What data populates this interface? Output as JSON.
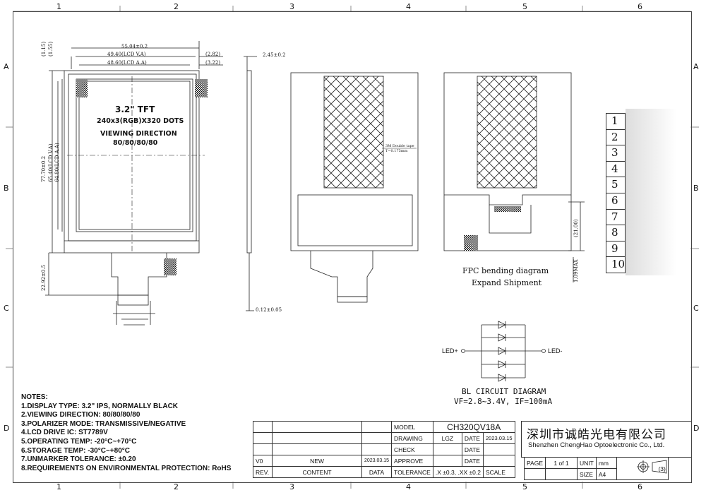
{
  "grid": {
    "top_cols": [
      "1",
      "2",
      "3",
      "4",
      "5",
      "6"
    ],
    "bottom_cols": [
      "1",
      "2",
      "3",
      "4",
      "5",
      "6"
    ],
    "rows": [
      "A",
      "B",
      "C",
      "D"
    ]
  },
  "front_view": {
    "dim_overall_width": "55.04±0.2",
    "dim_lcd_va_width": "49.40(LCD V.A)",
    "dim_lcd_aa_width": "48.60(LCD A.A)",
    "dim_right_1": "(2.82)",
    "dim_right_2": "(3.22)",
    "dim_left_1": "(1.15)",
    "dim_left_2": "(1.55)",
    "dim_overall_height": "77.70±0.2",
    "dim_va_height": "65.40(LCD V.A)",
    "dim_aa_height": "64.80(LCD A.A)",
    "dim_fpc_length": "22.92±0.5",
    "size": "3.2\" TFT",
    "resolution": "240x3(RGB)X320 DOTS",
    "viewing_label": "VIEWING DIRECTION",
    "viewing_value": "80/80/80/80"
  },
  "side_view": {
    "dim_thickness": "2.45±0.2",
    "dim_fpc_thickness": "0.12±0.05"
  },
  "back_view": {
    "tape_label_1": "3M Double tape",
    "tape_label_2": "T=0.175mm"
  },
  "fpc_bend": {
    "dim_height": "(21.00)",
    "dim_max": "1.09MAX",
    "caption_1": "FPC bending diagram",
    "caption_2": "Expand Shipment"
  },
  "pins": [
    "1",
    "2",
    "3",
    "4",
    "5",
    "6",
    "7",
    "8",
    "9",
    "10"
  ],
  "bl_circuit": {
    "led_plus": "LED+",
    "led_minus": "LED-",
    "title": "BL CIRCUIT DIAGRAM",
    "spec": "VF=2.8~3.4V, IF=100mA"
  },
  "notes": {
    "title": "NOTES:",
    "items": [
      "1.DISPLAY TYPE:  3.2\" IPS, NORMALLY BLACK",
      "2.VIEWING DIRECTION: 80/80/80/80",
      "3.POLARIZER MODE: TRANSMISSIVE/NEGATIVE",
      "4.LCD DRIVE IC: ST7789V",
      "5.OPERATING TEMP: -20°C~+70°C",
      "6.STORAGE TEMP: -30°C~+80°C",
      "7.UNMARKER TOLERANCE: ±0.20",
      "8.REQUIREMENTS ON ENVIRONMENTAL PROTECTION: RoHS"
    ]
  },
  "title_block": {
    "model_label": "MODEL",
    "model_value": "CH320QV18A",
    "drawing_label": "DRAWING",
    "drawing_value": "LGZ",
    "date_label": "DATE",
    "date_value": "2023.03.15",
    "check_label": "CHECK",
    "check_date_label": "DATE",
    "approve_label": "APPROVE",
    "approve_date_label": "DATE",
    "rev_v0": "V0",
    "rev_new": "NEW",
    "rev_date": "2023.03.15",
    "rev_label": "REV.",
    "content_label": "CONTENT",
    "data_label": "DATA",
    "tolerance_label": "TOLERANCE",
    "tolerance_value": ".X ±0.3, .XX ±0.2",
    "scale_label": "SCALE",
    "page_label": "PAGE",
    "page_value": "1 of 1",
    "unit_label": "UNIT",
    "unit_value": "mm",
    "size_label": "SIZE",
    "size_value": "A4",
    "projection_mark": "(3)",
    "company_cn": "深圳市诚皓光电有限公司",
    "company_en": "Shenzhen ChengHao Optoelectronic Co., Ltd."
  }
}
